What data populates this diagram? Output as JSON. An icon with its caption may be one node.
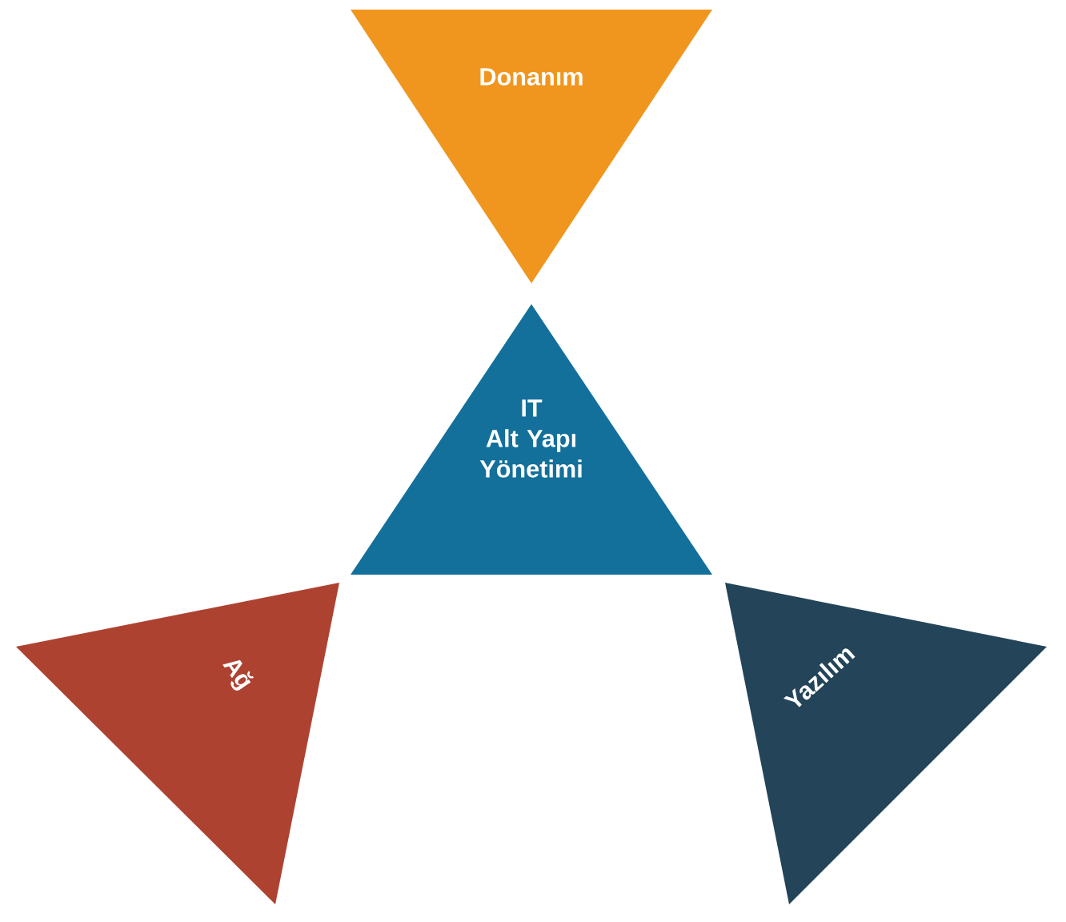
{
  "diagram": {
    "nodes": [
      {
        "text": [
          "Donanım"
        ]
      },
      {
        "text": [
          "IT Alt Yapı Yönetimi"
        ]
      },
      {
        "text": [
          "Ağ"
        ]
      },
      {
        "text": [
          "Yazılım"
        ]
      }
    ]
  }
}
